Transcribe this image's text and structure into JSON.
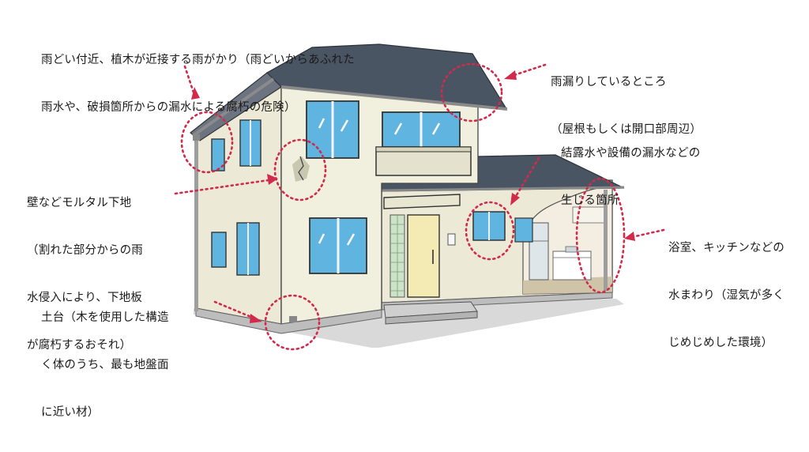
{
  "annotations": [
    {
      "id": "gutter",
      "lines": [
        "雨どい付近、植木が近接する雨がかり（雨どいからあふれた",
        "雨水や、破損箇所からの漏水による腐朽の危険）"
      ]
    },
    {
      "id": "roof-leak",
      "lines": [
        "雨漏りしているところ",
        "（屋根もしくは開口部周辺）"
      ]
    },
    {
      "id": "condensation",
      "lines": [
        "結露水や設備の漏水などの",
        "生じる箇所"
      ]
    },
    {
      "id": "mortar",
      "lines": [
        "壁などモルタル下地",
        "（割れた部分からの雨",
        "水侵入により、下地板",
        "が腐朽するおそれ）"
      ]
    },
    {
      "id": "wet-area",
      "lines": [
        "浴室、キッチンなどの",
        "水まわり（湿気が多く",
        "じめじめした環境）"
      ]
    },
    {
      "id": "sill",
      "lines": [
        "土台（木を使用した構造",
        "く体のうち、最も地盤面",
        "に近い材）"
      ]
    }
  ],
  "colors": {
    "marker": "#d12a4a",
    "roof": "#4a5563",
    "wall": "#ecead7",
    "window": "#5fb4e0",
    "trim": "#555555"
  }
}
